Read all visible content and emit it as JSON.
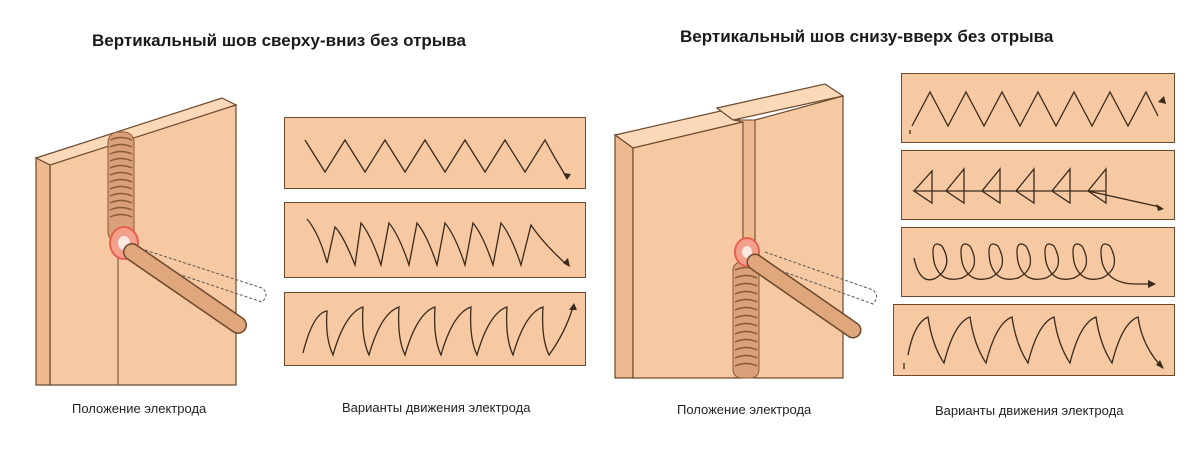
{
  "left": {
    "title": "Вертикальный шов сверху-вниз без отрыва",
    "caption_position": "Положение электрода",
    "caption_motion": "Варианты движения электрода",
    "patterns": [
      "zigzag",
      "crescent",
      "hook"
    ]
  },
  "right": {
    "title": "Вертикальный шов снизу-вверх без отрыва",
    "caption_position": "Положение электрода",
    "caption_motion": "Варианты движения электрода",
    "patterns": [
      "zigzag",
      "triangle",
      "loop",
      "hook"
    ]
  },
  "colors": {
    "wood": "#f7c9a2",
    "wood_side": "#efb98f",
    "wood_top": "#fbd8b8",
    "outline": "#6b4a2e",
    "bead": "#c98a5d",
    "arc": "#e8614f"
  }
}
